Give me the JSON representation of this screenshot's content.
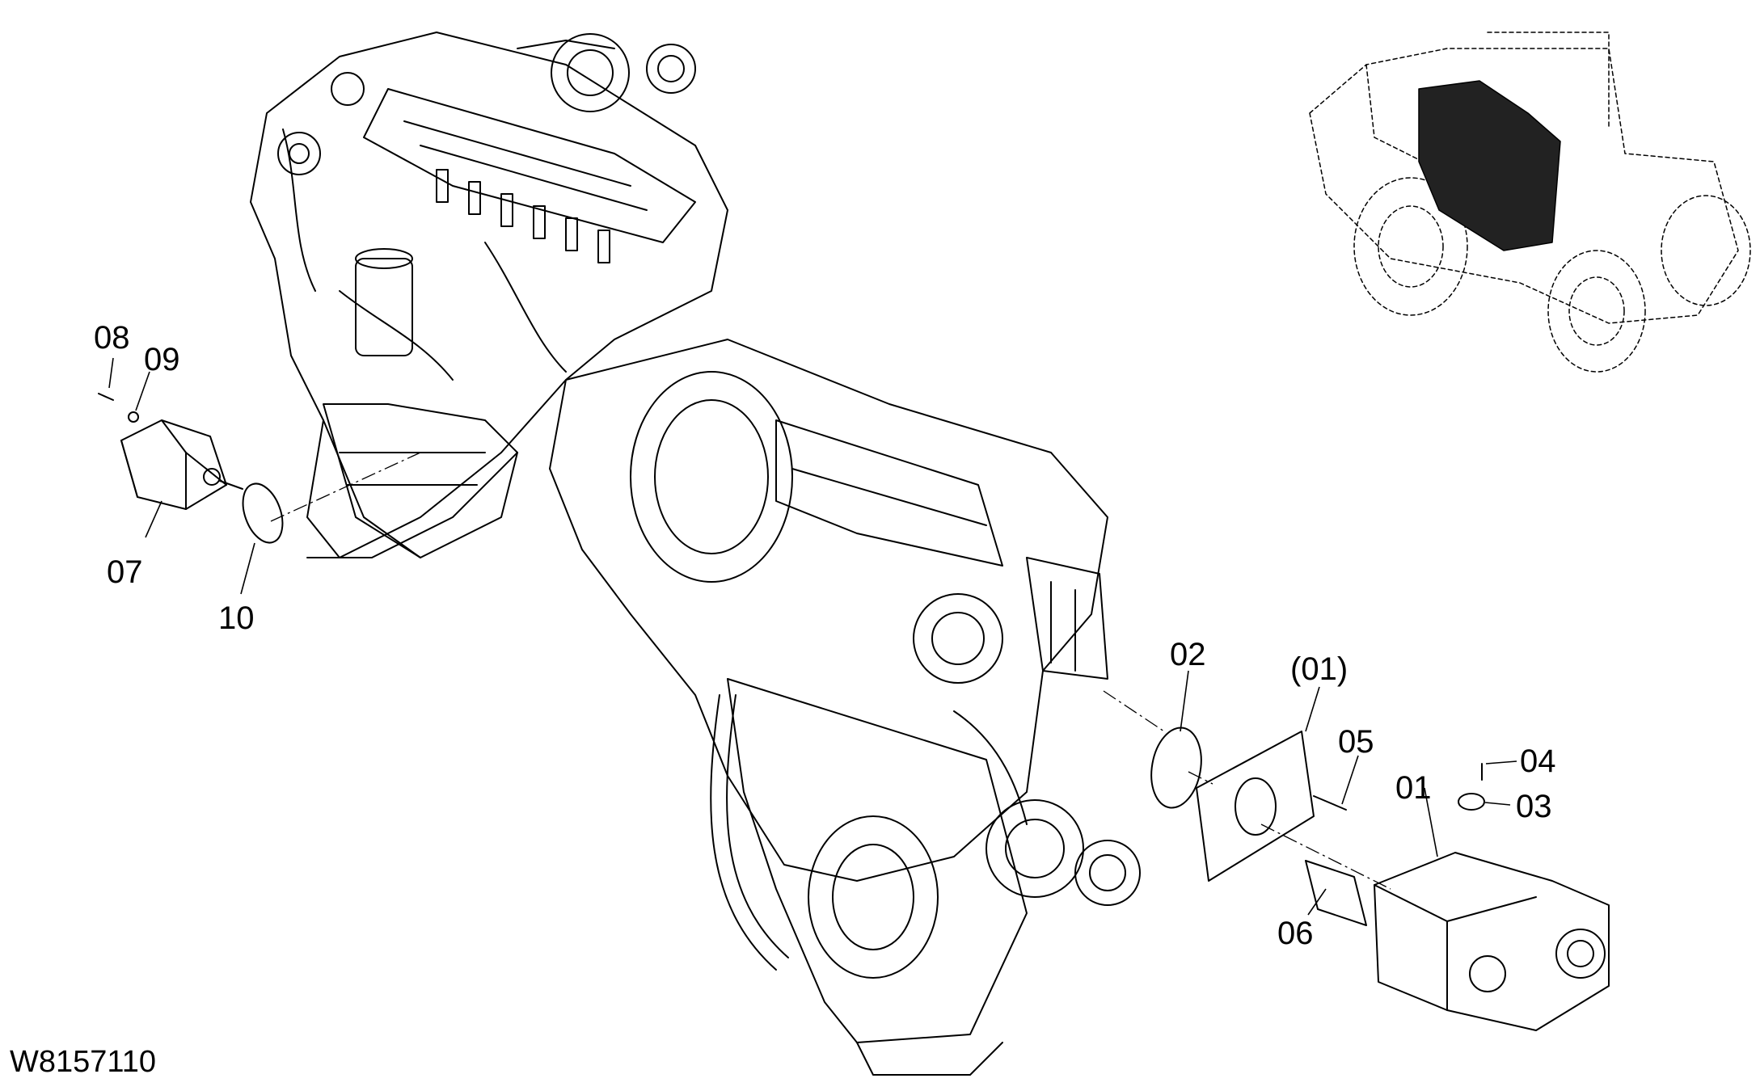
{
  "diagram": {
    "drawing_number": "W8157110",
    "colors": {
      "line": "#000000",
      "background": "#ffffff"
    },
    "callouts": [
      {
        "id": "08",
        "label": "08"
      },
      {
        "id": "09",
        "label": "09"
      },
      {
        "id": "07",
        "label": "07"
      },
      {
        "id": "10",
        "label": "10"
      },
      {
        "id": "02",
        "label": "02"
      },
      {
        "id": "01-assembly",
        "label": "(01)"
      },
      {
        "id": "05",
        "label": "05"
      },
      {
        "id": "04",
        "label": "04"
      },
      {
        "id": "01",
        "label": "01"
      },
      {
        "id": "03",
        "label": "03"
      },
      {
        "id": "06",
        "label": "06"
      }
    ]
  }
}
